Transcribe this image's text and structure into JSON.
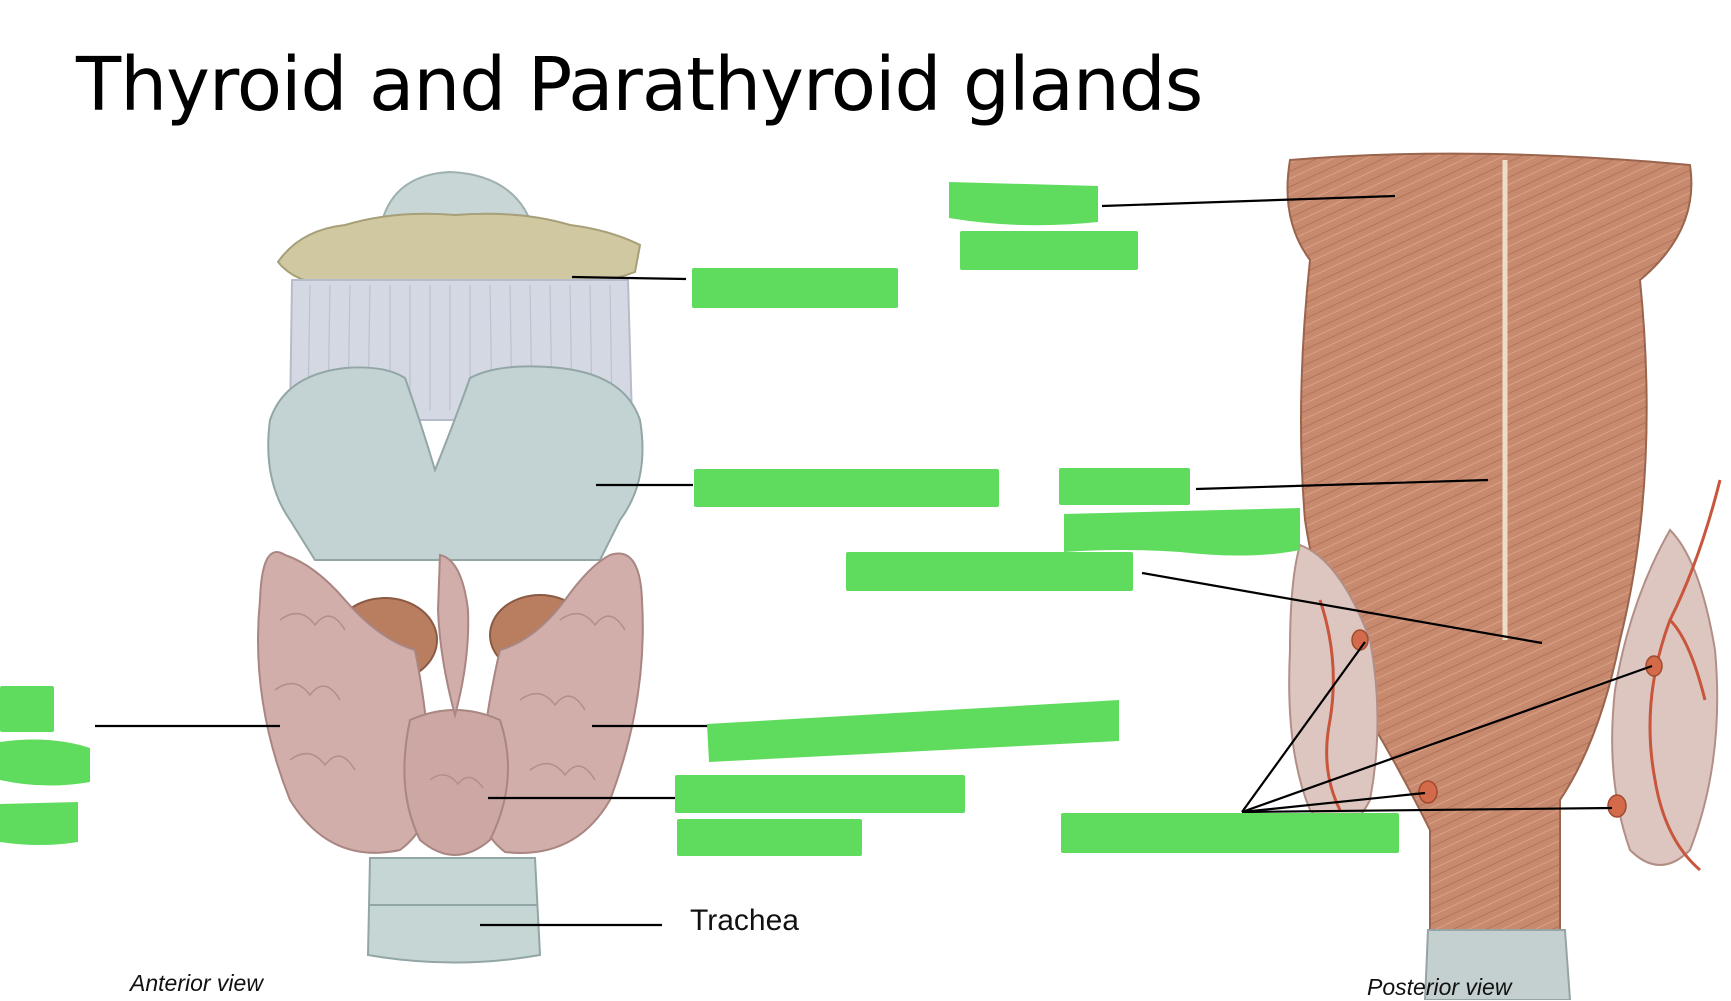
{
  "slide": {
    "title": "Thyroid and Parathyroid glands"
  },
  "anterior_view": {
    "caption": "Anterior view",
    "labels": {
      "trachea": "Trachea"
    }
  },
  "posterior_view": {
    "caption": "Posterior view"
  },
  "colors": {
    "answer_mask": "#5fdc5e",
    "leader_line": "#000000",
    "cartilage": "#c9c59a",
    "thyroid_cartilage": "#c2d2d2",
    "membrane": "#cfd4df",
    "thyroid_tissue": "#cfaaa6",
    "muscle": "#c88a6e"
  }
}
